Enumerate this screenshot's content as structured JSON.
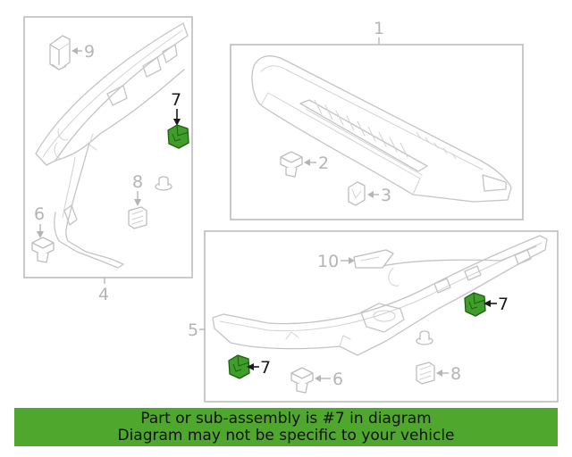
{
  "callouts": {
    "c1": "1",
    "c2": "2",
    "c3": "3",
    "c4": "4",
    "c5": "5",
    "c6a": "6",
    "c6b": "6",
    "c7a": "7",
    "c7b": "7",
    "c7c": "7",
    "c8a": "8",
    "c8b": "8",
    "c9": "9",
    "c10": "10"
  },
  "highlight": {
    "part_number": "7",
    "color": "#3f9e2a"
  },
  "banner": {
    "line1": "Part or sub-assembly is #7 in diagram",
    "line2": "Diagram may not be specific to your vehicle",
    "color": "#4fa82d"
  }
}
